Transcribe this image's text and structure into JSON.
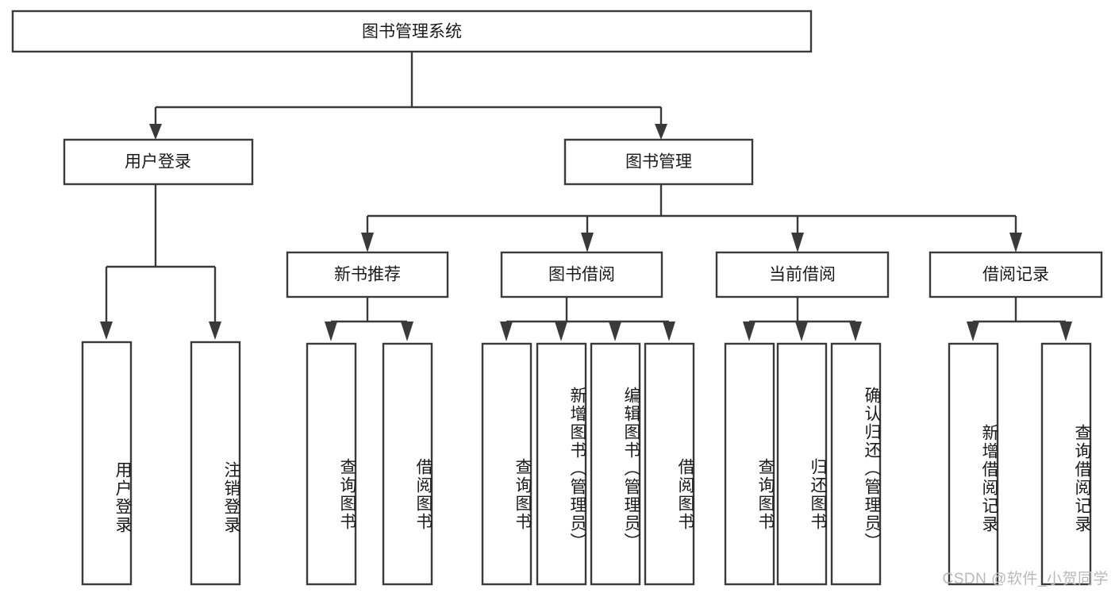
{
  "diagram": {
    "title": "图书管理系统",
    "type": "tree",
    "watermark": "CSDN @软件_小贺同学",
    "root": {
      "id": "root",
      "label": "图书管理系统"
    },
    "level2": [
      {
        "id": "user-login",
        "label": "用户登录"
      },
      {
        "id": "book-manage",
        "label": "图书管理"
      }
    ],
    "level3": [
      {
        "id": "new-book-recommend",
        "label": "新书推荐"
      },
      {
        "id": "book-borrow",
        "label": "图书借阅"
      },
      {
        "id": "current-borrow",
        "label": "当前借阅"
      },
      {
        "id": "borrow-record",
        "label": "借阅记录"
      }
    ],
    "leaves": {
      "user-login": [
        {
          "id": "leaf-user-login",
          "label": "用户登录"
        },
        {
          "id": "leaf-logout-login",
          "label": "注销登录"
        }
      ],
      "new-book-recommend": [
        {
          "id": "leaf-query-book-1",
          "label": "查询图书"
        },
        {
          "id": "leaf-borrow-book-1",
          "label": "借阅图书"
        }
      ],
      "book-borrow": [
        {
          "id": "leaf-query-book-2",
          "label": "查询图书"
        },
        {
          "id": "leaf-add-book",
          "label": "新增图书（管理员）"
        },
        {
          "id": "leaf-edit-book",
          "label": "编辑图书（管理员）"
        },
        {
          "id": "leaf-borrow-book-2",
          "label": "借阅图书"
        }
      ],
      "current-borrow": [
        {
          "id": "leaf-query-book-3",
          "label": "查询图书"
        },
        {
          "id": "leaf-return-book",
          "label": "归还图书"
        },
        {
          "id": "leaf-confirm-return",
          "label": "确认归还（管理员）"
        }
      ],
      "borrow-record": [
        {
          "id": "leaf-add-record",
          "label": "新增借阅记录"
        },
        {
          "id": "leaf-query-record",
          "label": "查询借阅记录"
        }
      ]
    },
    "colors": {
      "stroke": "#3a3a3a",
      "fill": "#ffffff",
      "text": "#1a1a1a",
      "watermark": "#b9b9b9"
    }
  }
}
